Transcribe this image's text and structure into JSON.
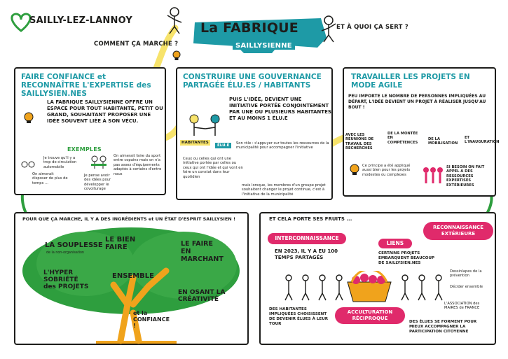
{
  "logo": {
    "text": "SAILLY-LEZ-LANNOY"
  },
  "header": {
    "title_line1": "La FABRIQUE",
    "title_line2": "SAILLYSIENNE",
    "question_how": "COMMENT ÇA MARCHE ?",
    "question_why": "ET À QUOI ÇA SERT ?"
  },
  "panel1": {
    "title": "FAIRE CONFIANCE et RECONNAÎTRE L'EXPERTISE des SAILLYSIEN.NES",
    "body": "LA FABRIQUE SAILLYSIENNE OFFRE UN ESPACE POUR TOUT HABITANTE, PETIT OU GRAND, SOUHAITANT PROPOSER UNE IDÉE SOUVENT LIÉE À SON VÉCU.",
    "examples_label": "EXEMPLES",
    "example1": "Je trouve qu'il y a trop de circulation automobile",
    "example2": "On aimerait disposer de plus de temps ...",
    "example3": "On aimerait faire du sport entre copains mais on n'a pas assez d'équipements adaptés à certains d'entre nous",
    "example4": "Je pense avoir des idées pour développer le covoiturage"
  },
  "panel2": {
    "title": "CONSTRUIRE UNE GOUVERNANCE PARTAGÉE ÉLU.ES / HABITANTS",
    "body": "PUIS L'IDÉE, DEVIENT UNE INITIATIVE PORTÉE CONJOINTEMENT PAR UNE OU PLUSIEURS HABITANTES ET AU MOINS 1 ÉLU.E",
    "label_habitant": "HABITANTES",
    "label_elu": "ÉLU.E",
    "elu_role": "Son rôle : s'appuyer sur toutes les ressources de la municipalité pour accompagner l'initiative",
    "habitant_role": "Ceux ou celles qui ont une initiative portée par celles ou ceux qui ont l'idée et qui vont en faire un constat dans leur quotidien",
    "footer": "mais lorsque, les membres d'un groupe projet souhaitent changer le projet continue, c'est à l'initiative de la municipalité"
  },
  "panel3": {
    "title": "TRAVAILLER LES PROJETS EN MODE AGILE",
    "body": "PEU IMPORTE LE NOMBRE DE PERSONNES IMPLIQUÉES AU DÉPART, L'IDÉE DEVIENT UN PROJET À RÉALISER JUSQU'AU BOUT !",
    "step_meeting": "AVEC LES RÉUNIONS DE TRAVAIL DES RECHERCHES",
    "step_skills": "DE LA MONTÉE EN COMPÉTENCES",
    "step_mobilisation": "DE LA MOBILISATION",
    "step_inauguration": "ET L'INAUGURATION",
    "principle": "Ce principe a été appliqué aussi bien pour les projets modestes ou complexes",
    "resources": "SI BESOIN ON FAIT APPEL À DES RESSOURCES EXPERTISES EXTÉRIEURES"
  },
  "ingredients": {
    "intro": "POUR QUE ÇA MARCHE, IL Y A DES INGRÉDIENTS et UN ÉTAT D'ESPRIT SAILLYSIEN !",
    "souplesse": "LA SOUPLESSE",
    "souplesse_sub": "de la non-organisation",
    "sobriete": "L'HYPER SOBRIÉTÉ des PROJETS",
    "bien_faire": "LE BIEN FAIRE",
    "ensemble": "ENSEMBLE",
    "faire_en_marchant": "LE FAIRE EN MARCHANT",
    "creativite": "EN OSANT LA CRÉATIVITÉ",
    "confiance": "et la CONFIANCE !"
  },
  "fruits": {
    "intro": "ET CELA PORTE SES FRUITS ...",
    "interconnaissance": "INTERCONNAISSANCE",
    "interconnaissance_text": "EN 2023, IL Y A EU 100 TEMPS PARTAGÉS",
    "liens": "LIENS",
    "liens_text": "CERTAINS PROJETS EMBARQUENT BEAUCOUP DE SAILLYSIEN.NES",
    "reconnaissance": "RECONNAISSANCE EXTÉRIEURE",
    "recon_note1": "Dessinlapes de la prévention",
    "recon_note2": "Décider ensemble",
    "recon_note3": "L'ASSOCIATION des MAIRES de FRANCE",
    "acculturation": "ACCULTURATION RÉCIPROQUE",
    "acculturation_left": "DES HABITANTES IMPLIQUÉES CHOISISSENT DE DEVENIR ÉLUES À LEUR TOUR",
    "acculturation_right": "DES ÉLUES SE FORMENT POUR MIEUX ACCOMPAGNER LA PARTICIPATION CITOYENNE"
  },
  "colors": {
    "teal": "#1e9aa6",
    "green": "#2e9e3e",
    "pink": "#e02a6b",
    "yellow": "#f7e36b",
    "orange": "#f0a31c"
  }
}
